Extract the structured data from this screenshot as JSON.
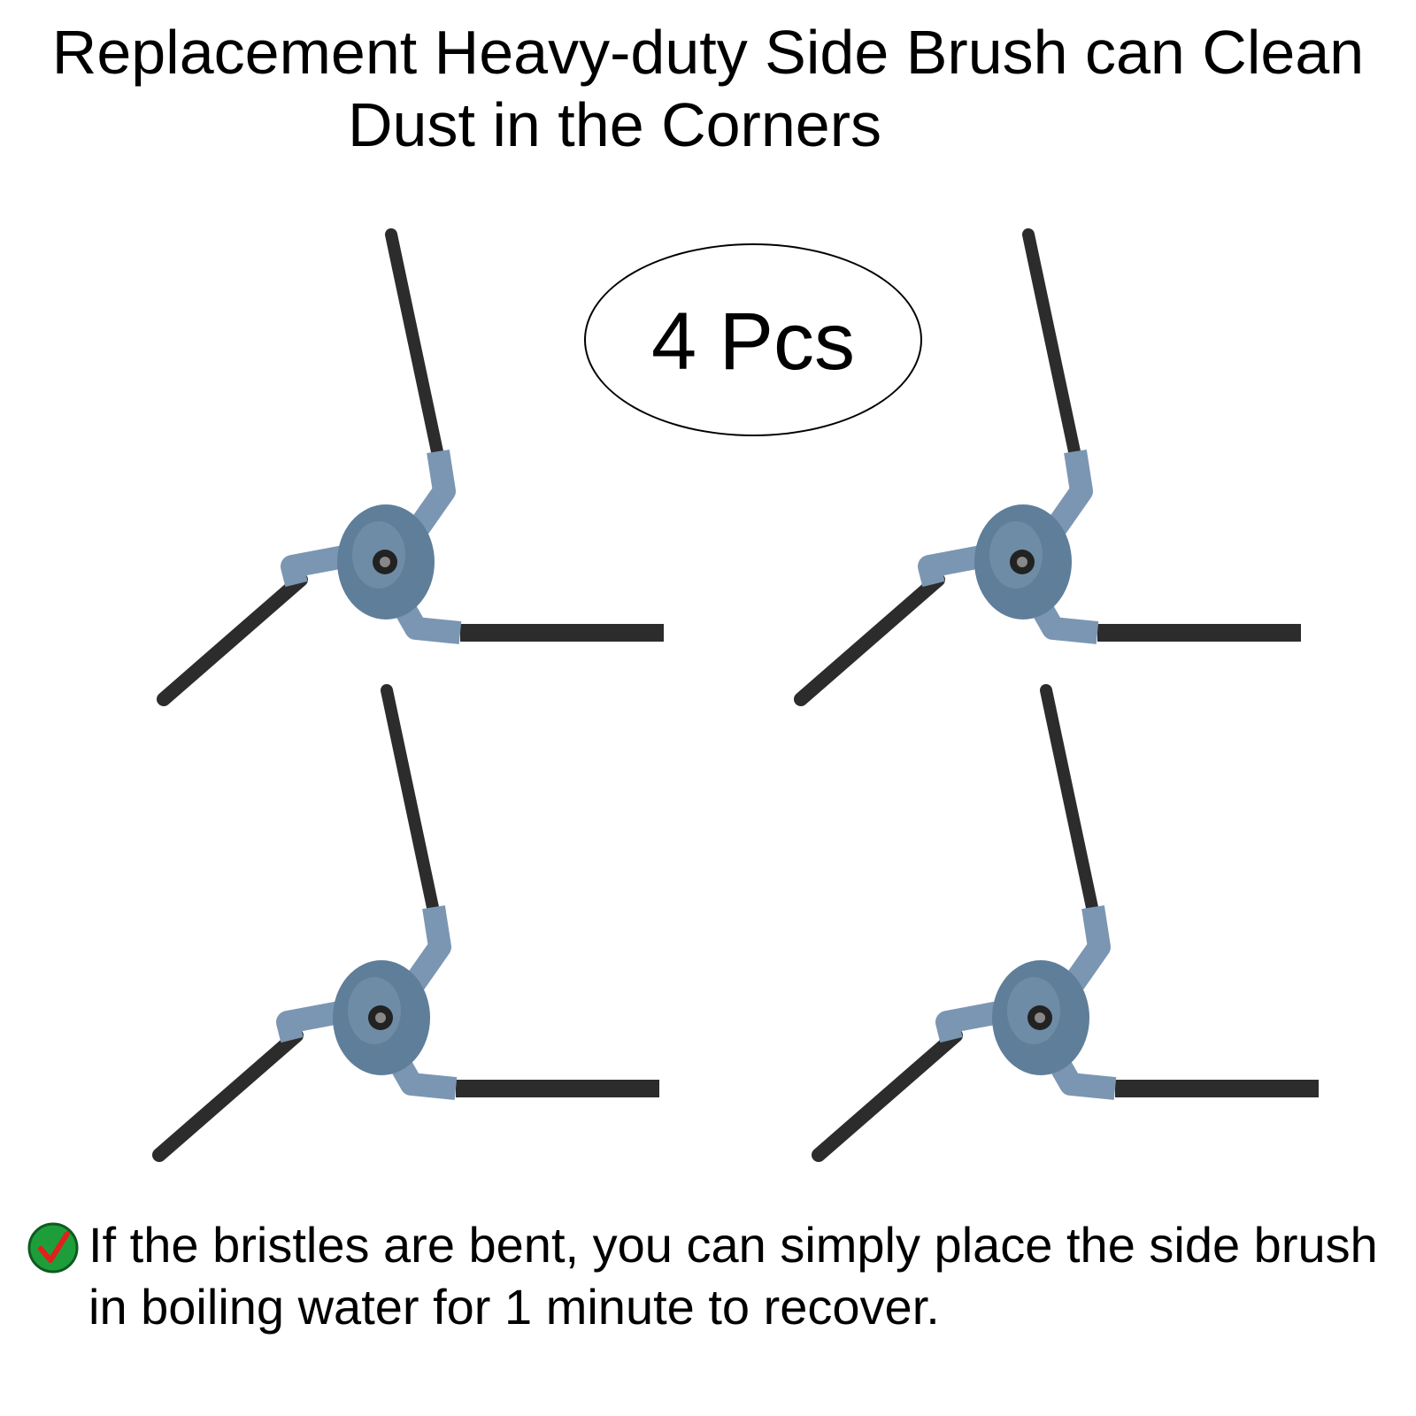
{
  "header": {
    "line1": "Replacement Heavy-duty Side Brush can Clean",
    "line2": "Dust in the Corners"
  },
  "badge": {
    "label": "4 Pcs"
  },
  "product": {
    "quantity_shown": 4,
    "hub_color": "#5f7e99",
    "arm_color": "#7b96b3",
    "bristle_color": "#2c2c2c"
  },
  "note": {
    "icon": "check-icon",
    "icon_color": "#1e9e3a",
    "mark_color": "#e0201c",
    "text": "If the bristles are bent, you can simply place the side brush in boiling water for 1 minute to recover."
  }
}
